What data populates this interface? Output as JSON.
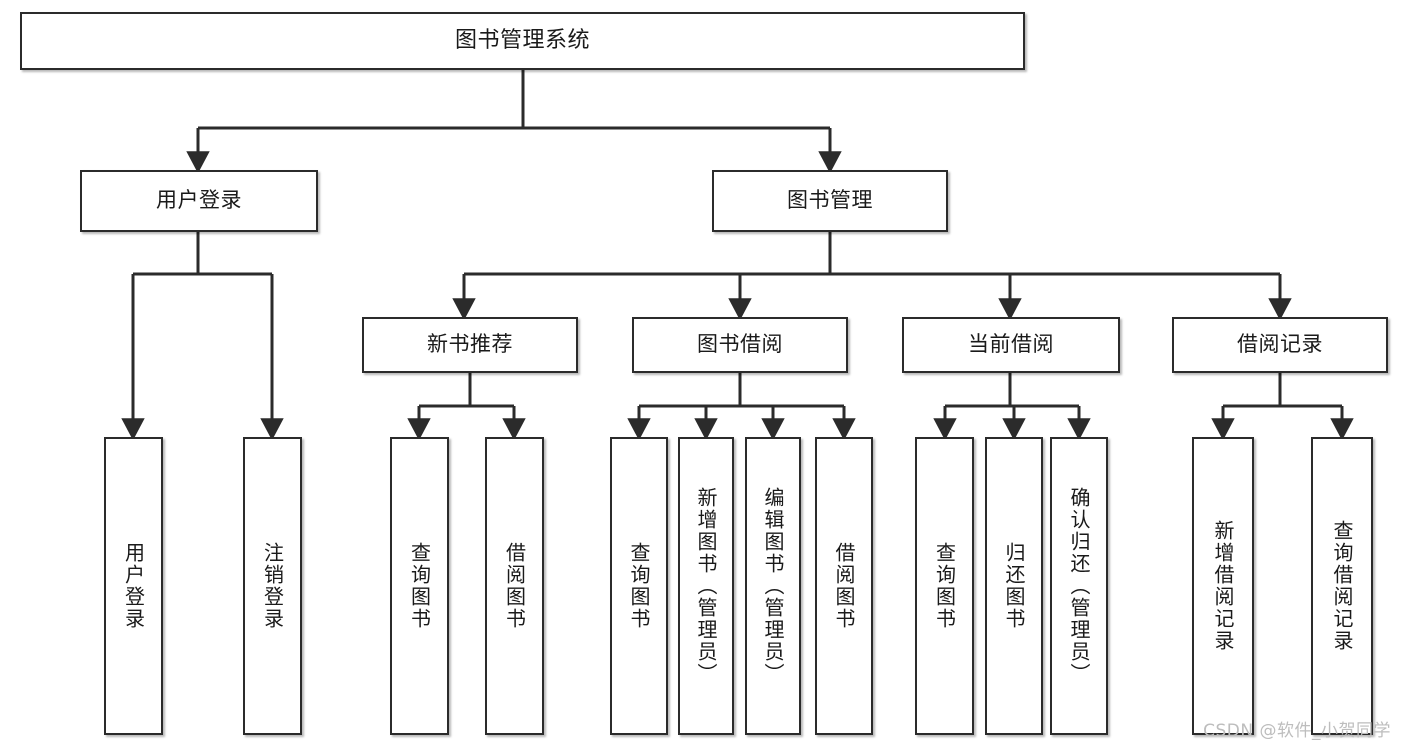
{
  "diagram": {
    "title": "图书管理系统",
    "type": "tree-hierarchy",
    "watermark": "CSDN @软件_小贺同学",
    "colors": {
      "box_border": "#2b2b2b",
      "box_fill": "#ffffff",
      "connector": "#2b2b2b",
      "text": "#1a1a1a",
      "watermark": "#bdbdbd",
      "background": "#ffffff"
    },
    "nodes": {
      "root": {
        "label": "图书管理系统"
      },
      "level1": [
        {
          "label": "用户登录"
        },
        {
          "label": "图书管理"
        }
      ],
      "level2": [
        {
          "label": "新书推荐"
        },
        {
          "label": "图书借阅"
        },
        {
          "label": "当前借阅"
        },
        {
          "label": "借阅记录"
        }
      ],
      "leaves": [
        {
          "label": "用户登录",
          "parent": "用户登录"
        },
        {
          "label": "注销登录",
          "parent": "用户登录"
        },
        {
          "label": "查询图书",
          "parent": "新书推荐"
        },
        {
          "label": "借阅图书",
          "parent": "新书推荐"
        },
        {
          "label": "查询图书",
          "parent": "图书借阅"
        },
        {
          "label": "新增图书（管理员）",
          "parent": "图书借阅"
        },
        {
          "label": "编辑图书（管理员）",
          "parent": "图书借阅"
        },
        {
          "label": "借阅图书",
          "parent": "图书借阅"
        },
        {
          "label": "查询图书",
          "parent": "当前借阅"
        },
        {
          "label": "归还图书",
          "parent": "当前借阅"
        },
        {
          "label": "确认归还（管理员）",
          "parent": "当前借阅"
        },
        {
          "label": "新增借阅记录",
          "parent": "借阅记录"
        },
        {
          "label": "查询借阅记录",
          "parent": "借阅记录"
        }
      ]
    }
  }
}
